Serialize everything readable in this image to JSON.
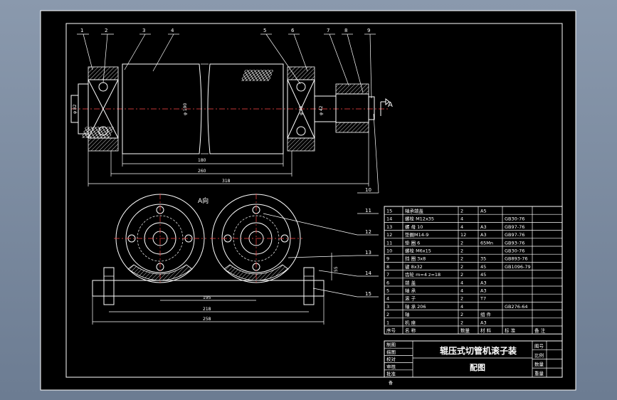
{
  "drawing": {
    "view_label": "A",
    "view_direction_label": "A向",
    "leaders": [
      "1",
      "2",
      "3",
      "4",
      "5",
      "6",
      "7",
      "8",
      "9",
      "10",
      "11",
      "12",
      "13",
      "14",
      "15"
    ],
    "dims_top": {
      "d_left": "φ 82",
      "d_roll": "φ 190",
      "d_shaft1": "φ 75",
      "d_shaft2": "φ 42",
      "len_roll": "180",
      "len_mid": "260",
      "len_total": "318"
    },
    "dims_bottom": {
      "center_dist": "195",
      "width_mid": "218",
      "width_total": "258",
      "height": "55"
    }
  },
  "bom": {
    "rows": [
      {
        "no": "15",
        "name": "轴承端盖",
        "qty": "2",
        "mat": "A5",
        "std": "",
        "note": ""
      },
      {
        "no": "14",
        "name": "螺栓 M12x35",
        "qty": "4",
        "mat": "",
        "std": "GB30-76",
        "note": ""
      },
      {
        "no": "13",
        "name": "螺 母 10",
        "qty": "4",
        "mat": "A3",
        "std": "GB97-76",
        "note": ""
      },
      {
        "no": "12",
        "name": "垫圈M14-9",
        "qty": "12",
        "mat": "A3",
        "std": "GB97-76",
        "note": ""
      },
      {
        "no": "11",
        "name": "垫 圈 6",
        "qty": "2",
        "mat": "65Mn",
        "std": "GB93-76",
        "note": ""
      },
      {
        "no": "10",
        "name": "螺栓 M6x15",
        "qty": "2",
        "mat": "",
        "std": "GB30-76",
        "note": ""
      },
      {
        "no": "9",
        "name": "挡 圈 3x8",
        "qty": "2",
        "mat": "35",
        "std": "GB893-76",
        "note": ""
      },
      {
        "no": "8",
        "name": "键 8x32",
        "qty": "2",
        "mat": "45",
        "std": "GB1096-79",
        "note": ""
      },
      {
        "no": "7",
        "name": "齿轮 m=4 z=18",
        "qty": "2",
        "mat": "45",
        "std": "",
        "note": ""
      },
      {
        "no": "6",
        "name": "端 盖",
        "qty": "4",
        "mat": "A3",
        "std": "",
        "note": ""
      },
      {
        "no": "5",
        "name": "轴 承",
        "qty": "4",
        "mat": "A3",
        "std": "",
        "note": ""
      },
      {
        "no": "4",
        "name": "滚 子",
        "qty": "2",
        "mat": "T7",
        "std": "",
        "note": ""
      },
      {
        "no": "3",
        "name": "轴 承 206",
        "qty": "4",
        "mat": "",
        "std": "GB276-64",
        "note": ""
      },
      {
        "no": "2",
        "name": "轴",
        "qty": "2",
        "mat": "组 件",
        "std": "",
        "note": ""
      },
      {
        "no": "1",
        "name": "机 座",
        "qty": "2",
        "mat": "A3",
        "std": "",
        "note": ""
      }
    ],
    "header": [
      "序号",
      "名 称",
      "数量",
      "材 料",
      "标 准",
      "备 注"
    ]
  },
  "title_block": {
    "title": "辊压式切管机滚子装",
    "subtitle": "配图",
    "left_labels": [
      "制图",
      "描图",
      "校对",
      "审核",
      "批准"
    ],
    "right_labels": [
      "图号",
      "比例",
      "数量",
      "重量"
    ],
    "bottom_note": "备"
  },
  "colors": {
    "bg": "#000000",
    "line": "#ffffff",
    "center": "#ff4444"
  }
}
